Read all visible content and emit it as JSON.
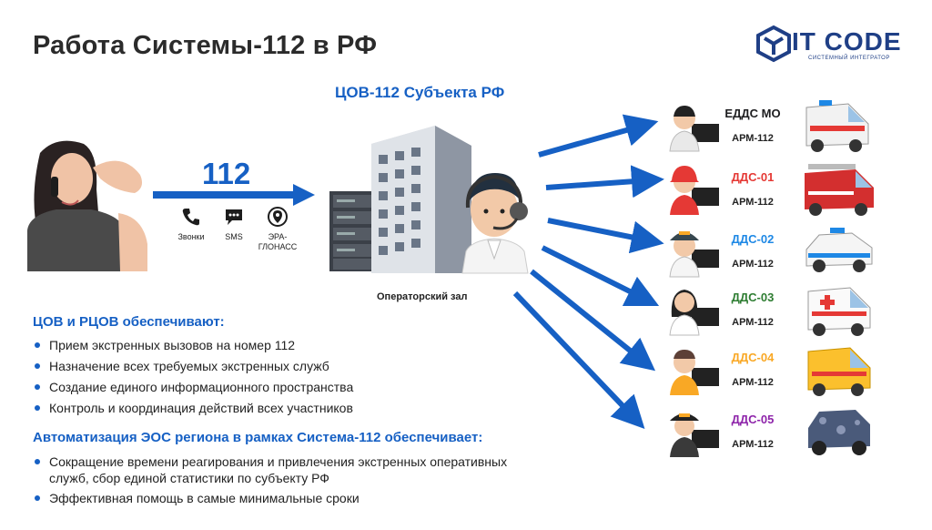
{
  "header": {
    "title": "Работа Системы-112 в РФ",
    "logo_text": "IT CODE",
    "logo_subtitle": "СИСТЕМНЫЙ ИНТЕГРАТОР"
  },
  "center": {
    "title": "ЦОВ-112 Субъекта РФ",
    "operator_hall": "Операторский зал"
  },
  "call": {
    "number": "112",
    "channels": [
      {
        "label": "Звонки",
        "icon": "phone-icon"
      },
      {
        "label": "SMS",
        "icon": "sms-icon"
      },
      {
        "label": "ЭРА-\nГЛОНАСС",
        "icon": "map-pin-icon"
      }
    ]
  },
  "section1": {
    "heading": "ЦОВ и РЦОВ обеспечивают:",
    "items": [
      "Прием экстренных вызовов на номер 112",
      "Назначение всех требуемых экстренных служб",
      "Создание единого информационного пространства",
      "Контроль и координация действий всех участников"
    ]
  },
  "section2": {
    "heading": "Автоматизация ЭОС региона в рамках Система-112 обеспечивает:",
    "items": [
      "Сокращение времени реагирования и привлечения экстренных оперативных\nслужб, сбор единой статистики по субъекту РФ",
      "Эффективная помощь в самые минимальные сроки"
    ]
  },
  "services": [
    {
      "name": "ЕДДС МО",
      "sub": "АРМ-112",
      "color": "#222222",
      "vehicle": "ambulance-van-icon"
    },
    {
      "name": "ДДС-01",
      "sub": "АРМ-112",
      "color": "#e53935",
      "vehicle": "fire-truck-icon"
    },
    {
      "name": "ДДС-02",
      "sub": "АРМ-112",
      "color": "#1e88e5",
      "vehicle": "police-car-icon"
    },
    {
      "name": "ДДС-03",
      "sub": "АРМ-112",
      "color": "#2e7d32",
      "vehicle": "ambulance-icon"
    },
    {
      "name": "ДДС-04",
      "sub": "АРМ-112",
      "color": "#f9a825",
      "vehicle": "gas-service-van-icon"
    },
    {
      "name": "ДДС-05",
      "sub": "АРМ-112",
      "color": "#8e24aa",
      "vehicle": "armored-vehicle-icon"
    }
  ],
  "colors": {
    "accent": "#1660c4",
    "title": "#2b2b2b"
  }
}
